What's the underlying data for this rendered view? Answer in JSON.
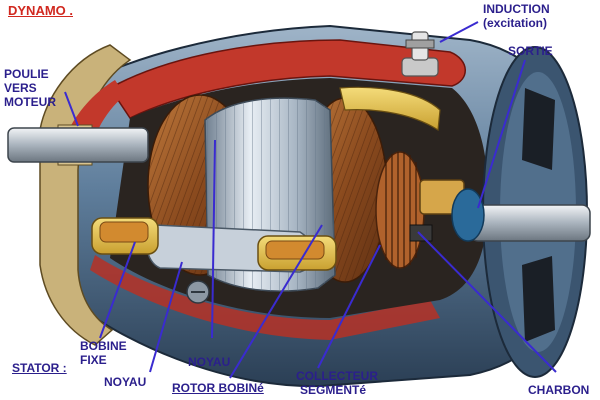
{
  "title": "DYNAMO .",
  "labels": {
    "induction": "INDUCTION",
    "excitation": "(excitation)",
    "sortie": "SORTIE",
    "poulie_1": "POULIE",
    "poulie_2": "VERS",
    "poulie_3": "MOTEUR",
    "bobine_1": "BOBINE",
    "bobine_2": "FIXE",
    "stator": "STATOR :",
    "noyau_stator": "NOYAU",
    "noyau_rotor": "NOYAU",
    "rotor_bobine": "ROTOR BOBINé",
    "collecteur_1": "COLLECTEUR",
    "collecteur_2": "SEGMENTé",
    "charbon": "CHARBON"
  },
  "colors": {
    "label_text": "#2b1f8c",
    "title_text": "#d1281f",
    "leader_line": "#3a2bd0",
    "housing": "#4f6e8c",
    "inner_red": "#c2382b",
    "winding_copper": "#9a5a2a",
    "coil_yellow": "#e6c24a",
    "laminations": "#b8c4d0"
  }
}
